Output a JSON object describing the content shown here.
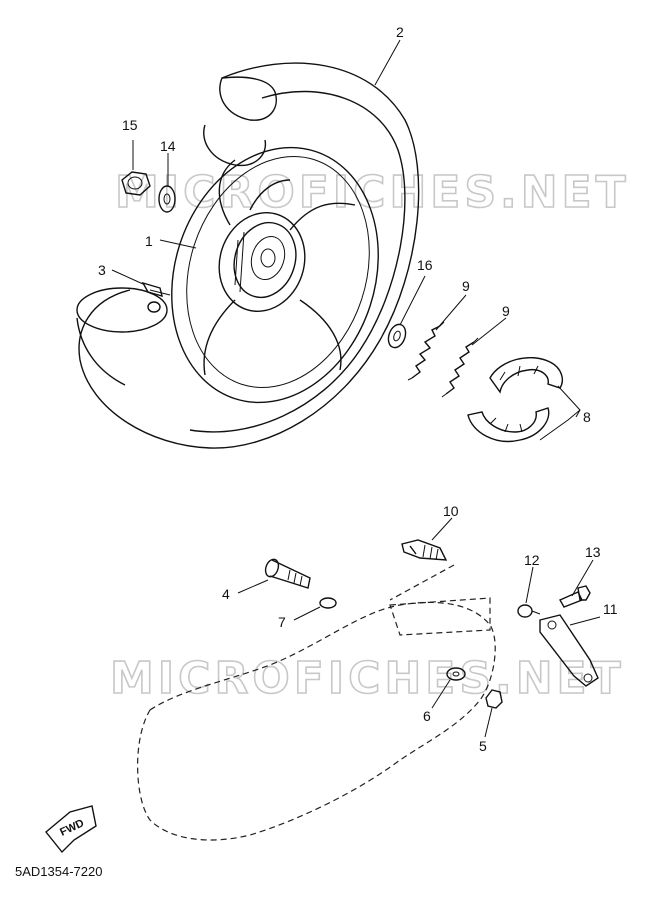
{
  "watermark_text": "MICROFICHES.NET",
  "diagram_code": "5AD1354-7220",
  "fwd_label": "FWD",
  "callouts": {
    "p1": "1",
    "p2": "2",
    "p3": "3",
    "p4": "4",
    "p5": "5",
    "p6": "6",
    "p7": "7",
    "p8": "8",
    "p9a": "9",
    "p9b": "9",
    "p10": "10",
    "p11": "11",
    "p12": "12",
    "p13": "13",
    "p14": "14",
    "p15": "15",
    "p16": "16"
  }
}
